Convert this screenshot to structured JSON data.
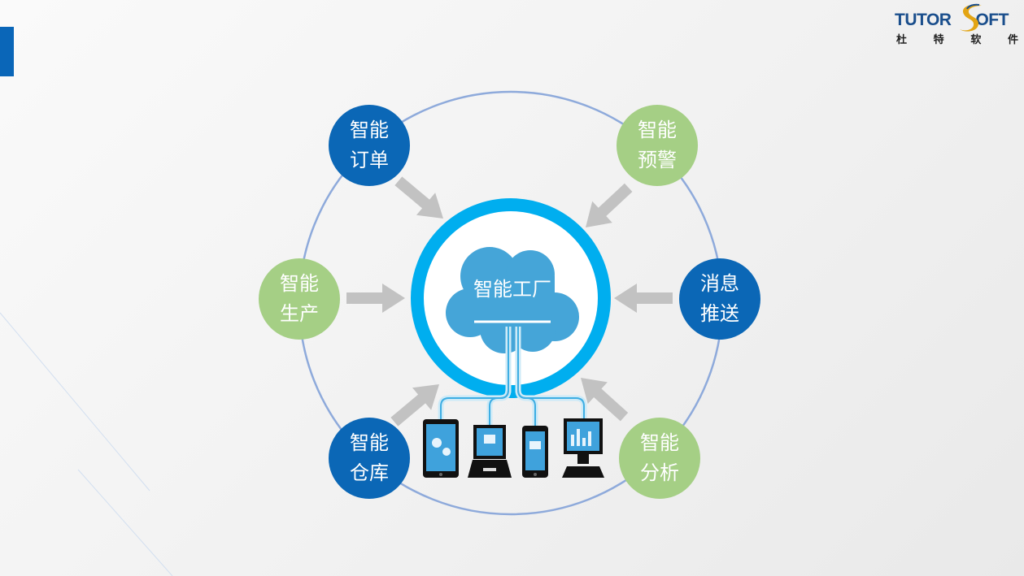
{
  "logo": {
    "wordmark_left": "TUTOR",
    "wordmark_right": "OFT",
    "chinese_chars": [
      "杜",
      "特",
      "软",
      "件"
    ]
  },
  "hub": {
    "label": "智能工厂"
  },
  "nodes": [
    {
      "line1": "智能",
      "line2": "订单",
      "color": "#0b67b6"
    },
    {
      "line1": "智能",
      "line2": "预警",
      "color": "#a5cf85"
    },
    {
      "line1": "智能",
      "line2": "生产",
      "color": "#a5cf85"
    },
    {
      "line1": "消息",
      "line2": "推送",
      "color": "#0b67b6"
    },
    {
      "line1": "智能",
      "line2": "仓库",
      "color": "#0b67b6"
    },
    {
      "line1": "智能",
      "line2": "分析",
      "color": "#a5cf85"
    }
  ],
  "devices": [
    "tablet-icon",
    "laptop-icon",
    "smartphone-icon",
    "desktop-monitor-icon"
  ],
  "colors": {
    "accent": "#0a66b8",
    "ring": "#8eaadb",
    "hub_ring": "#00aeef",
    "cloud": "#45a5d8",
    "arrow": "#c2c2c2"
  }
}
